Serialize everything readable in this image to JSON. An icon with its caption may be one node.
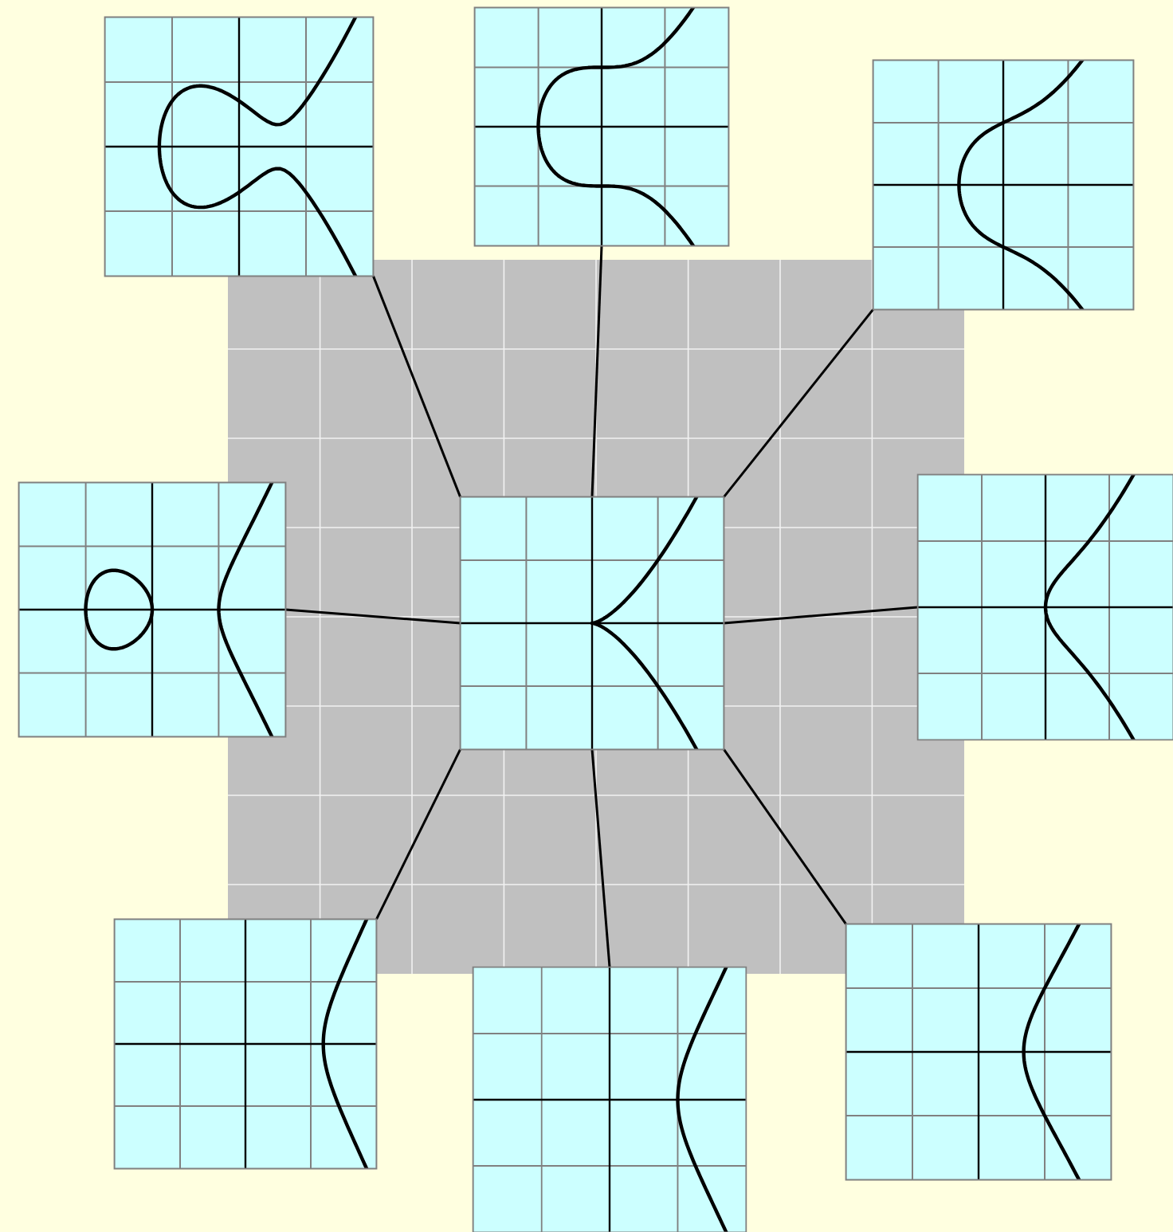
{
  "diagram": {
    "nodes": [
      {
        "text": [],
        "shape": "box"
      },
      {
        "text": [],
        "shape": "box"
      },
      {
        "text": [],
        "shape": "box"
      },
      {
        "text": [],
        "shape": "box"
      },
      {
        "text": [],
        "shape": "box"
      },
      {
        "text": [],
        "shape": "box"
      },
      {
        "text": [],
        "shape": "box"
      },
      {
        "text": [],
        "shape": "box"
      },
      {
        "text": [],
        "shape": "box"
      }
    ],
    "edges": [
      {
        "from": 4,
        "to": 0,
        "arrow": "none"
      },
      {
        "from": 4,
        "to": 1,
        "arrow": "none"
      },
      {
        "from": 4,
        "to": 2,
        "arrow": "none"
      },
      {
        "from": 4,
        "to": 3,
        "arrow": "none"
      },
      {
        "from": 4,
        "to": 5,
        "arrow": "none"
      },
      {
        "from": 4,
        "to": 6,
        "arrow": "none"
      },
      {
        "from": 4,
        "to": 7,
        "arrow": "none"
      },
      {
        "from": 4,
        "to": 8,
        "arrow": "none"
      }
    ]
  }
}
